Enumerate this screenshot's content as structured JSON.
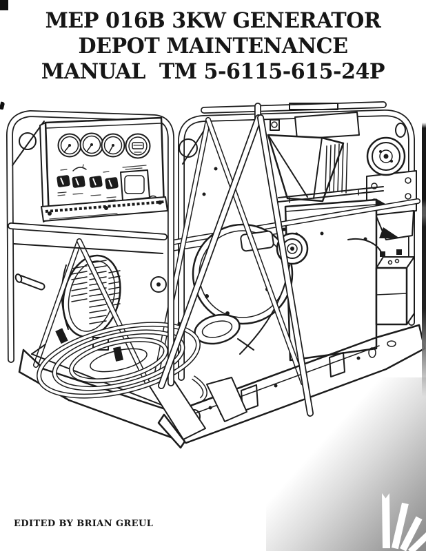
{
  "page": {
    "background": "#ffffff",
    "ink": "#1b1b1b"
  },
  "header": {
    "line1": "MEP 016B 3KW GENERATOR",
    "line2": "DEPOT MAINTENANCE",
    "line3": "MANUAL  TM 5-6115-615-24P"
  },
  "footer": {
    "editor_credit": "EDITED BY BRIAN GREUL"
  },
  "illustration": {
    "name": "mep-016b-generator-line-drawing",
    "description": "Black and white technical line drawing of the MEP-016B 3 kW military generator set: tubular roll-cage frame, control panel with four round gauges, switches and circuit-breaker box, diagonal A-frame braces, engine with recoil starter pulley and air-intake shroud, generator end bell with cooling slots, coiled output cable strapped to the skid, battery, and skid base with lifting cut-outs"
  },
  "watermark": {
    "name": "falling-books-logo",
    "book_color": "#ffffff",
    "shade_color": "#8b8b8b"
  }
}
